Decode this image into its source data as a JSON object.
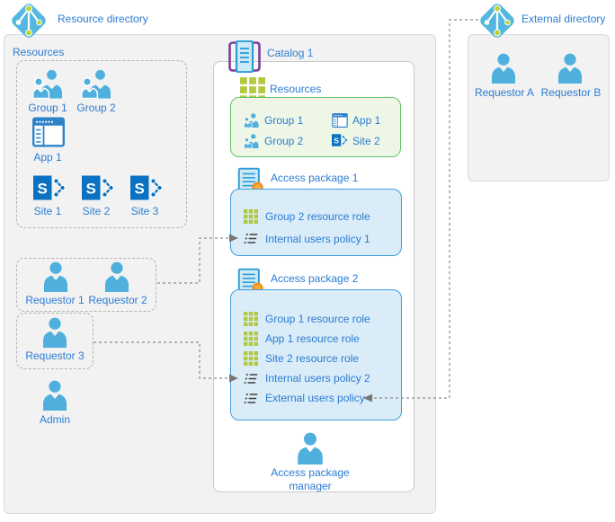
{
  "resource_directory": {
    "title": "Resource directory",
    "resources_section": {
      "label": "Resources",
      "groups": [
        "Group 1",
        "Group 2"
      ],
      "app": "App 1",
      "sites": [
        "Site 1",
        "Site 2",
        "Site 3"
      ]
    },
    "requestors_internal": [
      "Requestor 1",
      "Requestor 2",
      "Requestor 3"
    ],
    "admin_label": "Admin"
  },
  "catalog": {
    "title": "Catalog 1",
    "resources": {
      "label": "Resources",
      "items": [
        {
          "icon": "group-icon",
          "label": "Group 1"
        },
        {
          "icon": "group-icon",
          "label": "Group 2"
        },
        {
          "icon": "app-icon",
          "label": "App 1"
        },
        {
          "icon": "sharepoint-site-icon",
          "label": "Site 2"
        }
      ]
    },
    "packages": [
      {
        "title": "Access package 1",
        "rows": [
          {
            "icon": "resource-grid-icon",
            "label": "Group 2 resource role"
          },
          {
            "icon": "policy-icon",
            "label": "Internal users policy 1"
          }
        ]
      },
      {
        "title": "Access package 2",
        "rows": [
          {
            "icon": "resource-grid-icon",
            "label": "Group 1 resource role"
          },
          {
            "icon": "resource-grid-icon",
            "label": "App 1 resource role"
          },
          {
            "icon": "resource-grid-icon",
            "label": "Site 2 resource role"
          },
          {
            "icon": "policy-icon",
            "label": "Internal users policy 2"
          },
          {
            "icon": "policy-icon",
            "label": "External users policy"
          }
        ]
      }
    ],
    "manager_label": "Access package manager"
  },
  "external_directory": {
    "title": "External directory",
    "requestors": [
      "Requestor A",
      "Requestor B"
    ]
  },
  "colors": {
    "text_blue": "#2b7cd3",
    "person_blue": "#4fb0dd",
    "sharepoint_blue": "#0a72c2",
    "app_blue": "#2e82c8",
    "grid_green": "#b1c83f",
    "green_box_border": "#62c462",
    "blue_box_border": "#3f9ede",
    "catalog_purple": "#7d3f98",
    "seal_orange": "#f08f1f",
    "panel_gray": "#f2f2f2",
    "connector_gray": "#8c8c8c",
    "directory_icon_blue": "#55b7e0",
    "directory_dot_green": "#b8d432"
  }
}
